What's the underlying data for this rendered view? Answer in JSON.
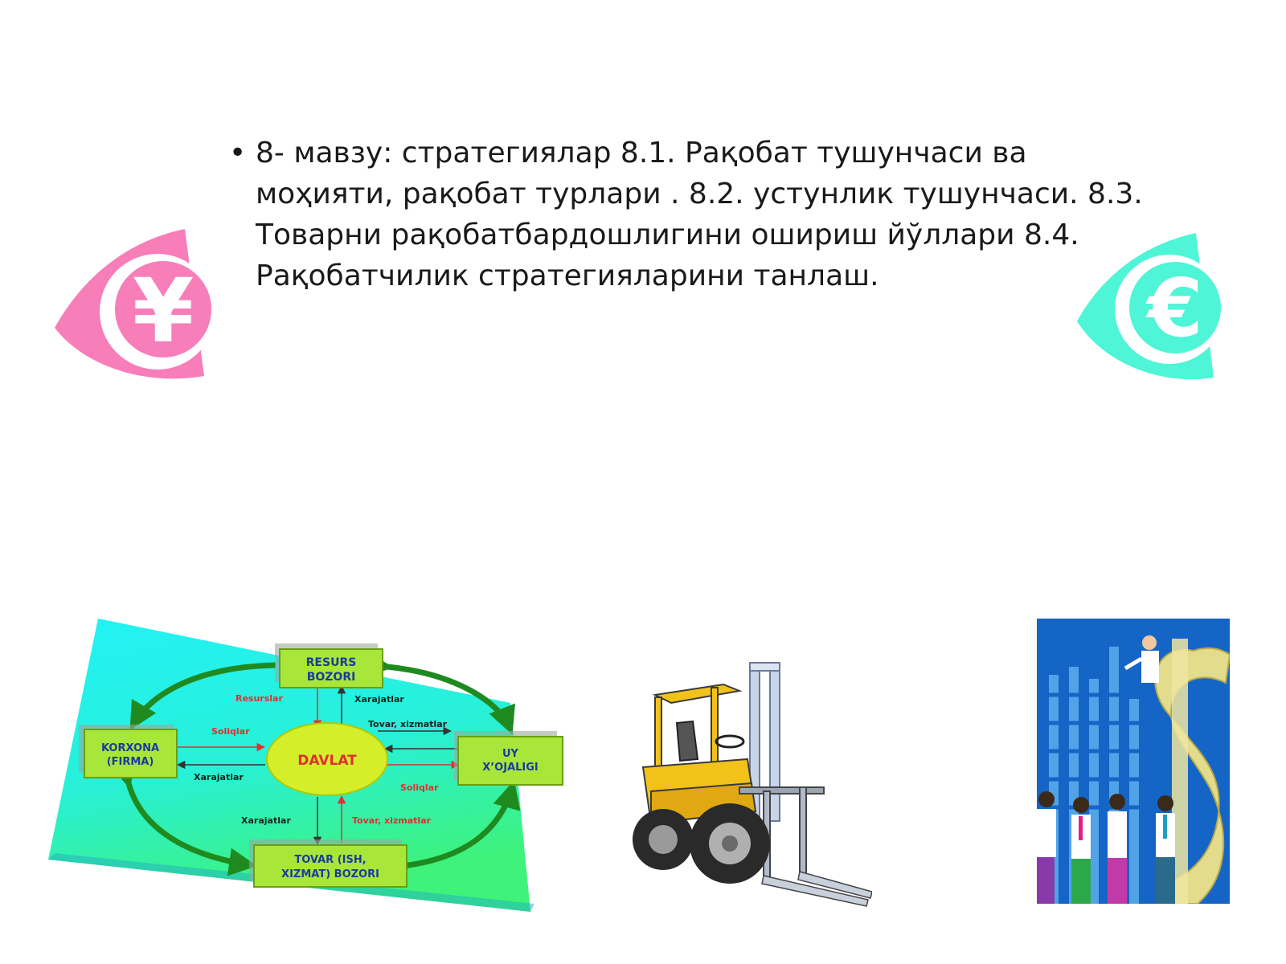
{
  "slide": {
    "bullet_symbol": "•",
    "body_text": "8- мавзу: стратегиялар 8.1. Рақобат тушунчаси ва моҳияти, рақобат турлари . 8.2. устунлик тушунчаси. 8.3. Товарни рақобатбардошлигини ошириш йўллари 8.4. Рақобатчилик стратегияларини танлаш."
  },
  "icons": {
    "yen_symbol": "¥",
    "euro_symbol": "€",
    "yen_color": "#f77eb9",
    "euro_color": "#4ef5d6"
  },
  "diagram": {
    "center": "DAVLAT",
    "nodes": {
      "resource_market": [
        "RESURS",
        "BOZORI"
      ],
      "firm": [
        "KORXONA",
        "(FIRMA)"
      ],
      "household": [
        "UY",
        "X’OJALIGI"
      ],
      "goods_market": [
        "TOVAR (ISH,",
        "XIZMAT) BOZORI"
      ]
    },
    "labels": {
      "resources": "Resurslar",
      "expenses_top": "Xarajatlar",
      "goods_services_top": "Tovar, xizmatlar",
      "taxes_left": "Soliqlar",
      "expenses_left": "Xarajatlar",
      "taxes_right": "Soliqlar",
      "expenses_bottom": "Xarajatlar",
      "goods_services_bottom": "Tovar, xizmatlar"
    }
  }
}
